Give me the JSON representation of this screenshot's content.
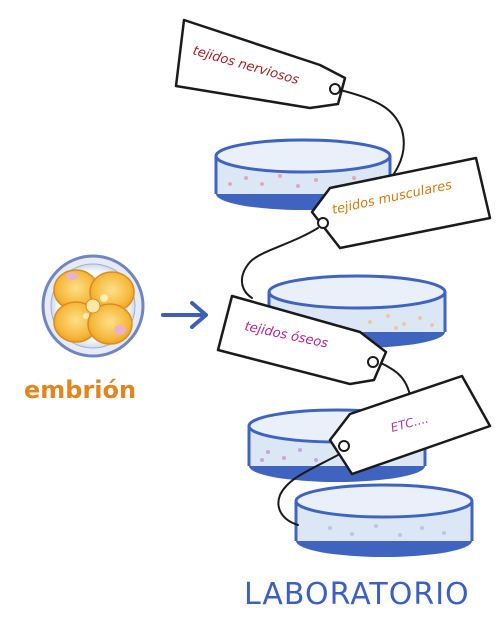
{
  "embryo": {
    "label": "embrión",
    "label_color": "#e0851f"
  },
  "tags": [
    {
      "text": "tejidos nerviosos",
      "color": "#9c1f1f"
    },
    {
      "text": "tejidos musculares",
      "color": "#d07a12"
    },
    {
      "text": "tejidos óseos",
      "color": "#b0238f"
    },
    {
      "text": "ETC....",
      "color": "#b03aa6"
    }
  ],
  "laboratory": {
    "label": "LABORATORIO",
    "label_color": "#3d5fc4"
  },
  "dish_color": "#3f64c0",
  "arrow_color": "#3f5fb5"
}
